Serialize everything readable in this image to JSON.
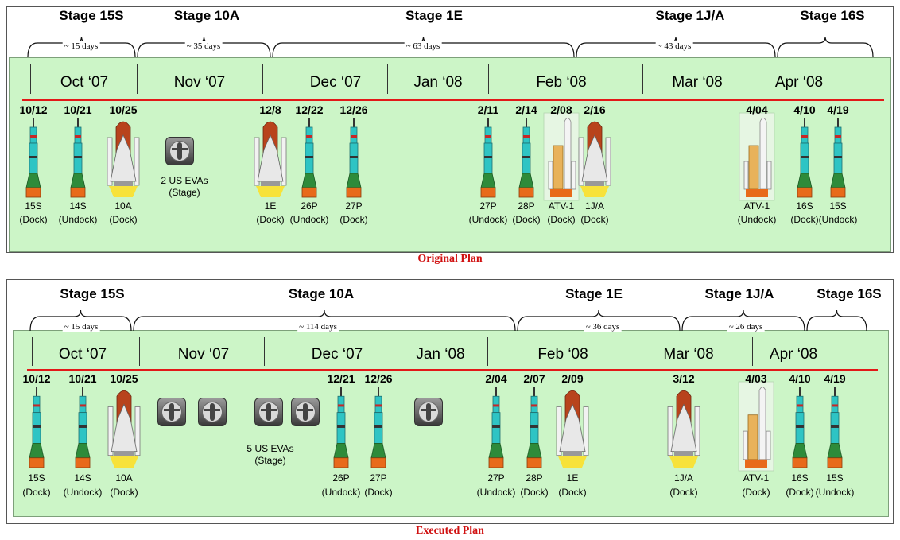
{
  "panels": [
    {
      "caption": "Original Plan",
      "stages": [
        {
          "label": "Stage 15S",
          "duration": "~ 15 days"
        },
        {
          "label": "Stage 10A",
          "duration": "~ 35 days"
        },
        {
          "label": "Stage 1E",
          "duration": "~ 63 days"
        },
        {
          "label": "Stage 1J/A",
          "duration": "~ 43 days"
        },
        {
          "label": "Stage 16S",
          "duration": ""
        }
      ],
      "months": [
        "Oct ‘07",
        "Nov ‘07",
        "Dec ‘07",
        "Jan ‘08",
        "Feb ‘08",
        "Mar ‘08",
        "Apr ‘08"
      ],
      "events": [
        {
          "date": "10/12",
          "vehicle": "15S",
          "status": "(Dock)",
          "kind": "soyuz"
        },
        {
          "date": "10/21",
          "vehicle": "14S",
          "status": "(Undock)",
          "kind": "soyuz"
        },
        {
          "date": "10/25",
          "vehicle": "10A",
          "status": "(Dock)",
          "kind": "shuttle"
        },
        {
          "date": "12/8",
          "vehicle": "1E",
          "status": "(Dock)",
          "kind": "shuttle"
        },
        {
          "date": "12/22",
          "vehicle": "26P",
          "status": "(Undock)",
          "kind": "soyuz"
        },
        {
          "date": "12/26",
          "vehicle": "27P",
          "status": "(Dock)",
          "kind": "soyuz"
        },
        {
          "date": "2/11",
          "vehicle": "27P",
          "status": "(Undock)",
          "kind": "soyuz"
        },
        {
          "date": "2/14",
          "vehicle": "28P",
          "status": "(Dock)",
          "kind": "soyuz"
        },
        {
          "date": "2/08",
          "vehicle": "ATV-1",
          "status": "(Dock)",
          "kind": "atv"
        },
        {
          "date": "2/16",
          "vehicle": "1J/A",
          "status": "(Dock)",
          "kind": "shuttle"
        },
        {
          "date": "4/04",
          "vehicle": "ATV-1",
          "status": "(Undock)",
          "kind": "atv"
        },
        {
          "date": "4/10",
          "vehicle": "16S",
          "status": "(Dock)",
          "kind": "soyuz"
        },
        {
          "date": "4/19",
          "vehicle": "15S",
          "status": "(Undock)",
          "kind": "soyuz"
        }
      ],
      "eva": {
        "line1": "2 US EVAs",
        "line2": "(Stage)",
        "icon": "astronaut-eva-icon"
      }
    },
    {
      "caption": "Executed Plan",
      "stages": [
        {
          "label": "Stage 15S",
          "duration": "~ 15 days"
        },
        {
          "label": "Stage 10A",
          "duration": "~ 114 days"
        },
        {
          "label": "Stage 1E",
          "duration": "~ 36 days"
        },
        {
          "label": "Stage 1J/A",
          "duration": "~ 26 days"
        },
        {
          "label": "Stage 16S",
          "duration": ""
        }
      ],
      "months": [
        "Oct ‘07",
        "Nov ‘07",
        "Dec ‘07",
        "Jan ‘08",
        "Feb ‘08",
        "Mar ‘08",
        "Apr ‘08"
      ],
      "events": [
        {
          "date": "10/12",
          "vehicle": "15S",
          "status": "(Dock)",
          "kind": "soyuz"
        },
        {
          "date": "10/21",
          "vehicle": "14S",
          "status": "(Undock)",
          "kind": "soyuz"
        },
        {
          "date": "10/25",
          "vehicle": "10A",
          "status": "(Dock)",
          "kind": "shuttle"
        },
        {
          "date": "12/21",
          "vehicle": "26P",
          "status": "(Undock)",
          "kind": "soyuz"
        },
        {
          "date": "12/26",
          "vehicle": "27P",
          "status": "(Dock)",
          "kind": "soyuz"
        },
        {
          "date": "2/04",
          "vehicle": "27P",
          "status": "(Undock)",
          "kind": "soyuz"
        },
        {
          "date": "2/07",
          "vehicle": "28P",
          "status": "(Dock)",
          "kind": "soyuz"
        },
        {
          "date": "2/09",
          "vehicle": "1E",
          "status": "(Dock)",
          "kind": "shuttle"
        },
        {
          "date": "3/12",
          "vehicle": "1J/A",
          "status": "(Dock)",
          "kind": "shuttle"
        },
        {
          "date": "4/03",
          "vehicle": "ATV-1",
          "status": "(Dock)",
          "kind": "atv"
        },
        {
          "date": "4/10",
          "vehicle": "16S",
          "status": "(Dock)",
          "kind": "soyuz"
        },
        {
          "date": "4/19",
          "vehicle": "15S",
          "status": "(Undock)",
          "kind": "soyuz"
        }
      ],
      "eva": {
        "line1": "5 US EVAs",
        "line2": "(Stage)",
        "icon": "astronaut-eva-icon"
      }
    }
  ],
  "colors": {
    "panel_fill": "#ccf5c7",
    "timeline": "#e21818",
    "caption": "#d01010",
    "soyuz_body": "#2ec4c4",
    "soyuz_base": "#2e8b3a",
    "soyuz_engine": "#e86a1a",
    "shuttle_tank": "#b8431c",
    "shuttle_orbiter": "#e8e8e8",
    "flame": "#f7e23a"
  }
}
